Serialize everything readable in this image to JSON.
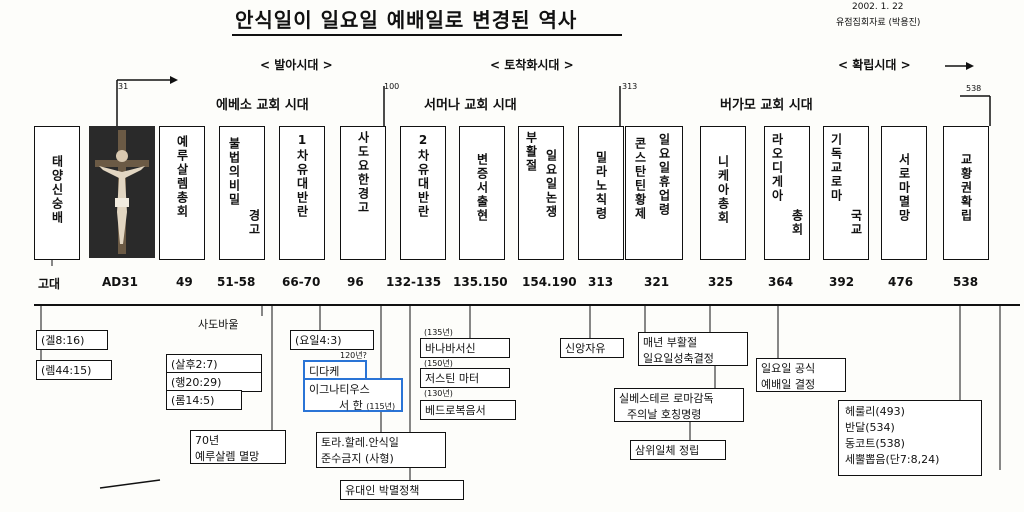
{
  "header": {
    "title": "안식일이 일요일 예배일로 변경된 역사",
    "date": "2002. 1. 22",
    "source": "유점집회자료 (박용진)"
  },
  "eras": [
    {
      "label": "< 발아시대 >"
    },
    {
      "label": "< 토착화시대 >"
    },
    {
      "label": "< 확립시대 >"
    }
  ],
  "timeline_marks": {
    "m31": "31",
    "m100": "100",
    "m313": "313",
    "m538": "538"
  },
  "churches": [
    {
      "label": "에베소 교회 시대"
    },
    {
      "label": "서머나 교회 시대"
    },
    {
      "label": "버가모 교회 시대"
    }
  ],
  "columns": [
    {
      "text1": "태양신숭배",
      "text2": ""
    },
    {
      "text1": "예루살렘총회",
      "text2": ""
    },
    {
      "text1": "불법의비밀",
      "text2": "경고"
    },
    {
      "text1": "1차유대반란",
      "text2": ""
    },
    {
      "text1": "사도요한경고",
      "text2": ""
    },
    {
      "text1": "2차유대반란",
      "text2": ""
    },
    {
      "text1": "변증서출현",
      "text2": ""
    },
    {
      "text1": "부활절",
      "text2": "일요일논쟁"
    },
    {
      "text1": "밀라노칙령",
      "text2": ""
    },
    {
      "text1": "콘스탄틴황제",
      "text2": "일요일휴업령"
    },
    {
      "text1": "니케아총회",
      "text2": ""
    },
    {
      "text1": "라오디게아",
      "text2": "총회"
    },
    {
      "text1": "기독교로마",
      "text2": "국교"
    },
    {
      "text1": "서로마멸망",
      "text2": ""
    },
    {
      "text1": "교황권확립",
      "text2": ""
    }
  ],
  "years": [
    "고대",
    "AD31",
    "49",
    "51-58",
    "66-70",
    "96",
    "132-135",
    "135.150",
    "154.190",
    "313",
    "321",
    "325",
    "364",
    "392",
    "476",
    "538"
  ],
  "notes": {
    "ezek": "(겔8:16)",
    "jer": "(렘44:15)",
    "paul": "사도바울",
    "b1": "(살후2:7)",
    "b2": "(행20:29)",
    "b3": "(롬14:5)",
    "jerusalem1": "70년",
    "jerusalem2": "예루살렘 멸망",
    "rev": "(요일4:3)",
    "ann120": "120년?",
    "didache": "디다케",
    "ignatius1": "이그나티우스",
    "ignatius2": "서 한",
    "ann115": "(115년)",
    "torah1": "토라.할레.안식일",
    "torah2": "준수금지 (사형)",
    "jewish": "유대인 박멸정책",
    "a135": "(135년)",
    "barnabas": "바나바서신",
    "a150": "(150년)",
    "justin": "저스틴 마터",
    "a130": "(130년)",
    "peter": "베드로복음서",
    "freedom": "신앙자유",
    "easter1": "매년 부활절",
    "easter2": "일요일성축결정",
    "sylvester1": "실베스테르 로마감독",
    "sylvester2": "주의날 호칭명령",
    "trinity": "삼위일체 정립",
    "sunday1": "일요일 공식",
    "sunday2": "예배일 결정",
    "heruli": "헤룰리(493)",
    "vandal": "반달(534)",
    "ostro": "동코트(538)",
    "daniel": "세뿔뽑음(단7:8,24)"
  }
}
